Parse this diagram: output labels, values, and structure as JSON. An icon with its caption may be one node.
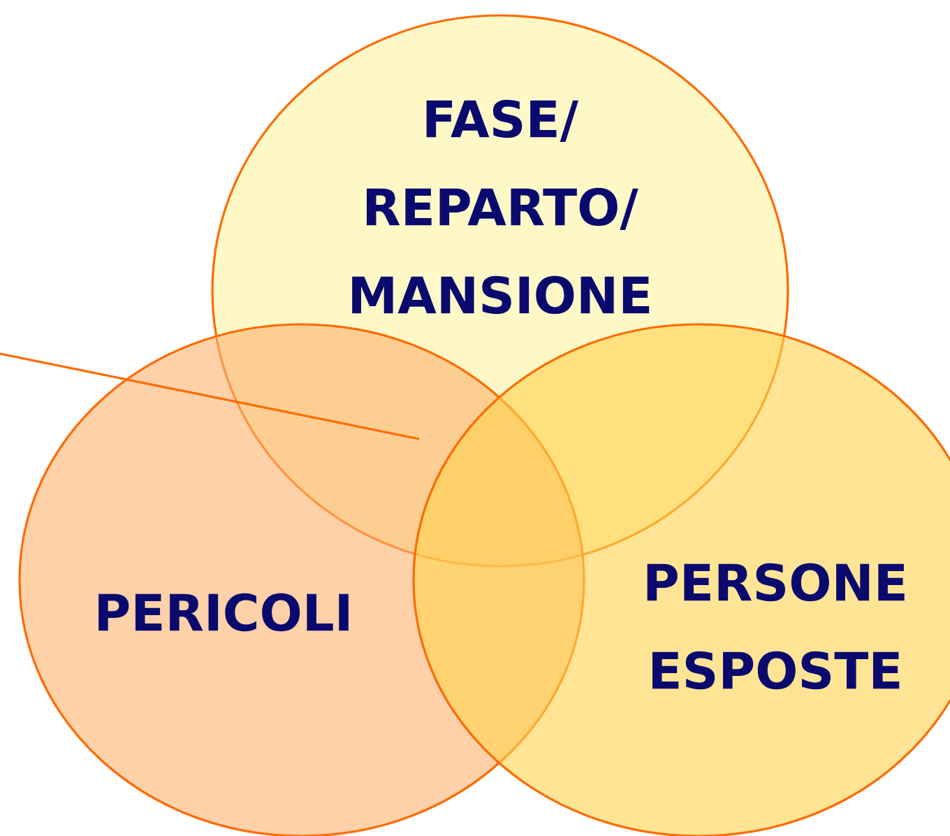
{
  "diagram": {
    "nodes": [
      {
        "text": [
          "FASE/ REPARTO/ MANSIONE"
        ]
      },
      {
        "text": [
          "PERICOLI"
        ]
      },
      {
        "text": [
          "PERSONE ESPOSTE"
        ]
      }
    ],
    "edges": [
      {
        "from": null,
        "to": 1,
        "arrow": "none"
      }
    ]
  }
}
